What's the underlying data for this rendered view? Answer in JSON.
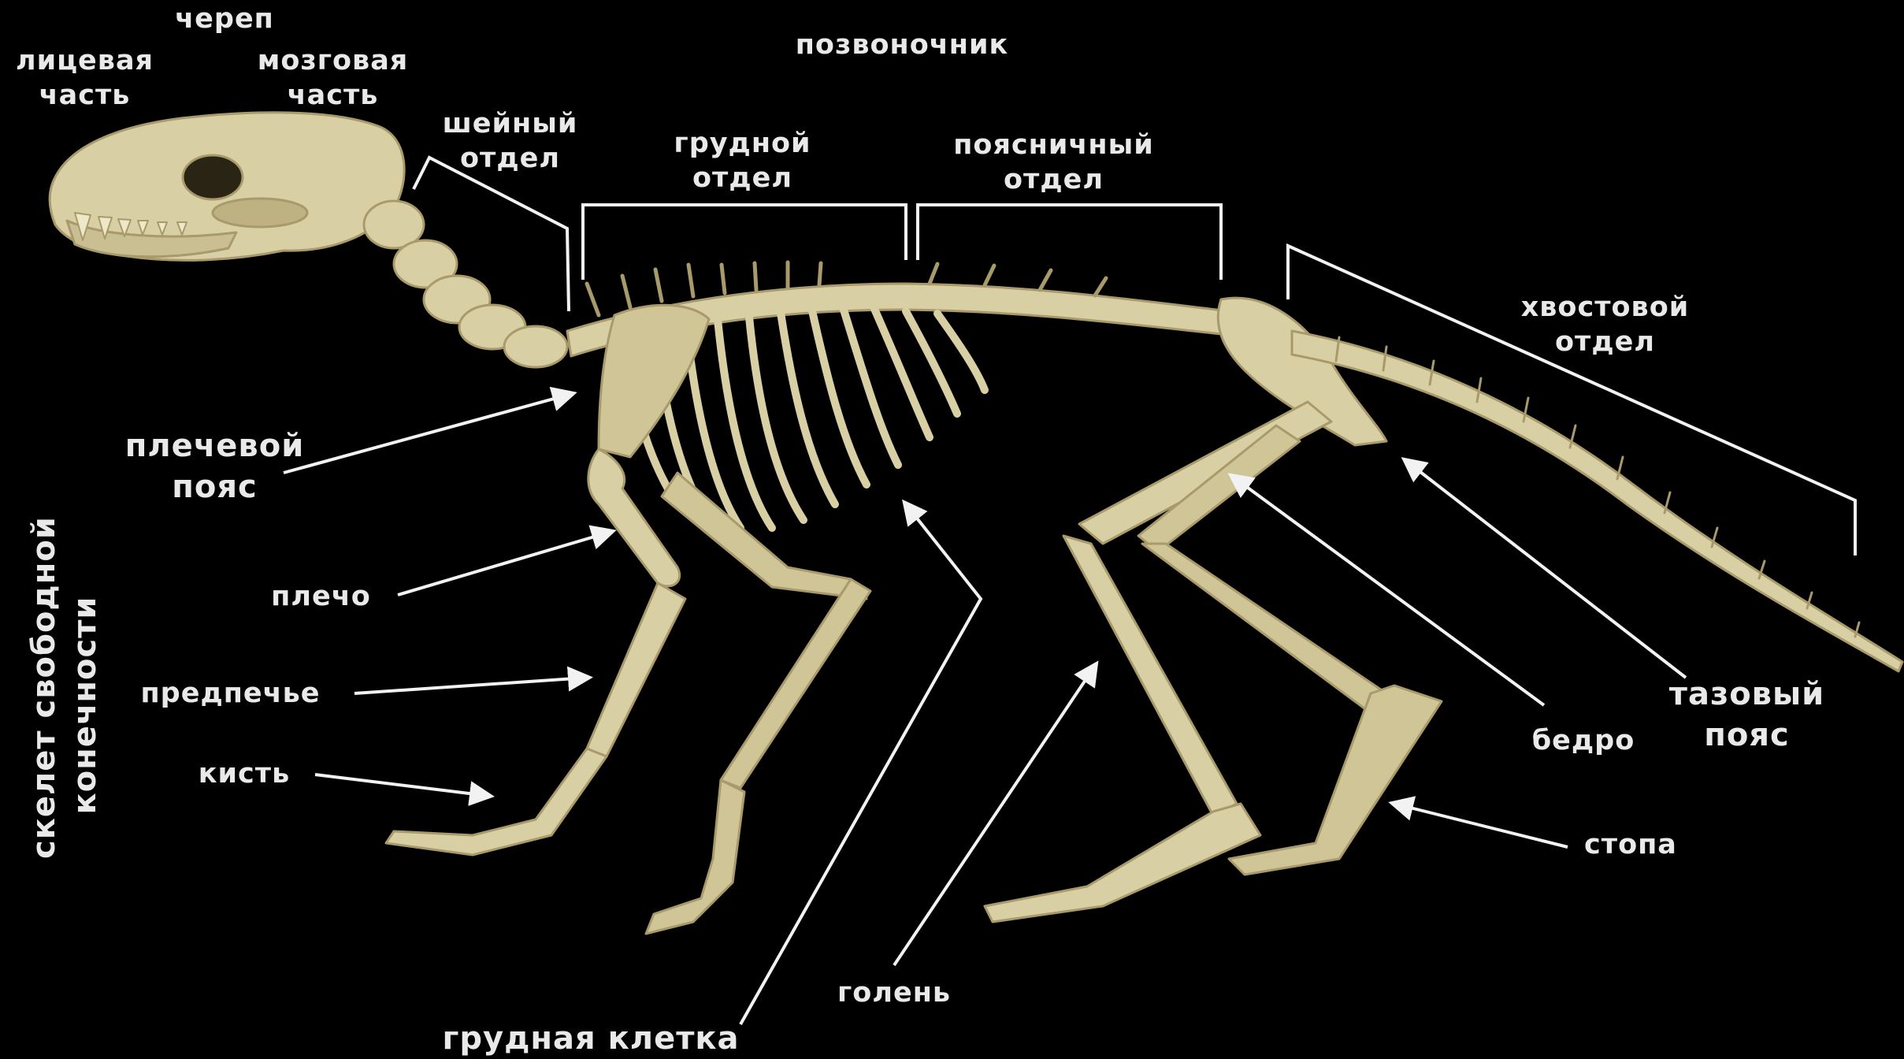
{
  "labels": {
    "skull": "череп",
    "facial_part": [
      "лицевая",
      "часть"
    ],
    "brain_part": [
      "мозговая",
      "часть"
    ],
    "spine": "позвоночник",
    "cervical": [
      "шейный",
      "отдел"
    ],
    "thoracic": [
      "грудной",
      "отдел"
    ],
    "lumbar": [
      "поясничный",
      "отдел"
    ],
    "caudal": [
      "хвостовой",
      "отдел"
    ],
    "shoulder_girdle": [
      "плечевой",
      "пояс"
    ],
    "shoulder": "плечо",
    "forearm": "предпечье",
    "hand": "кисть",
    "free_limb_skeleton": [
      "скелет свободной",
      "конечности"
    ],
    "thorax": "грудная клетка",
    "shin": "голень",
    "thigh": "бедро",
    "pelvic_girdle": [
      "тазовый",
      "пояс"
    ],
    "foot": "стопа"
  },
  "colors": {
    "background": "#000000",
    "label_text": "#e9e9e9",
    "bone": "#d8cfa4",
    "bone_shadow": "#a89a6a",
    "line": "#f2f2f2"
  }
}
